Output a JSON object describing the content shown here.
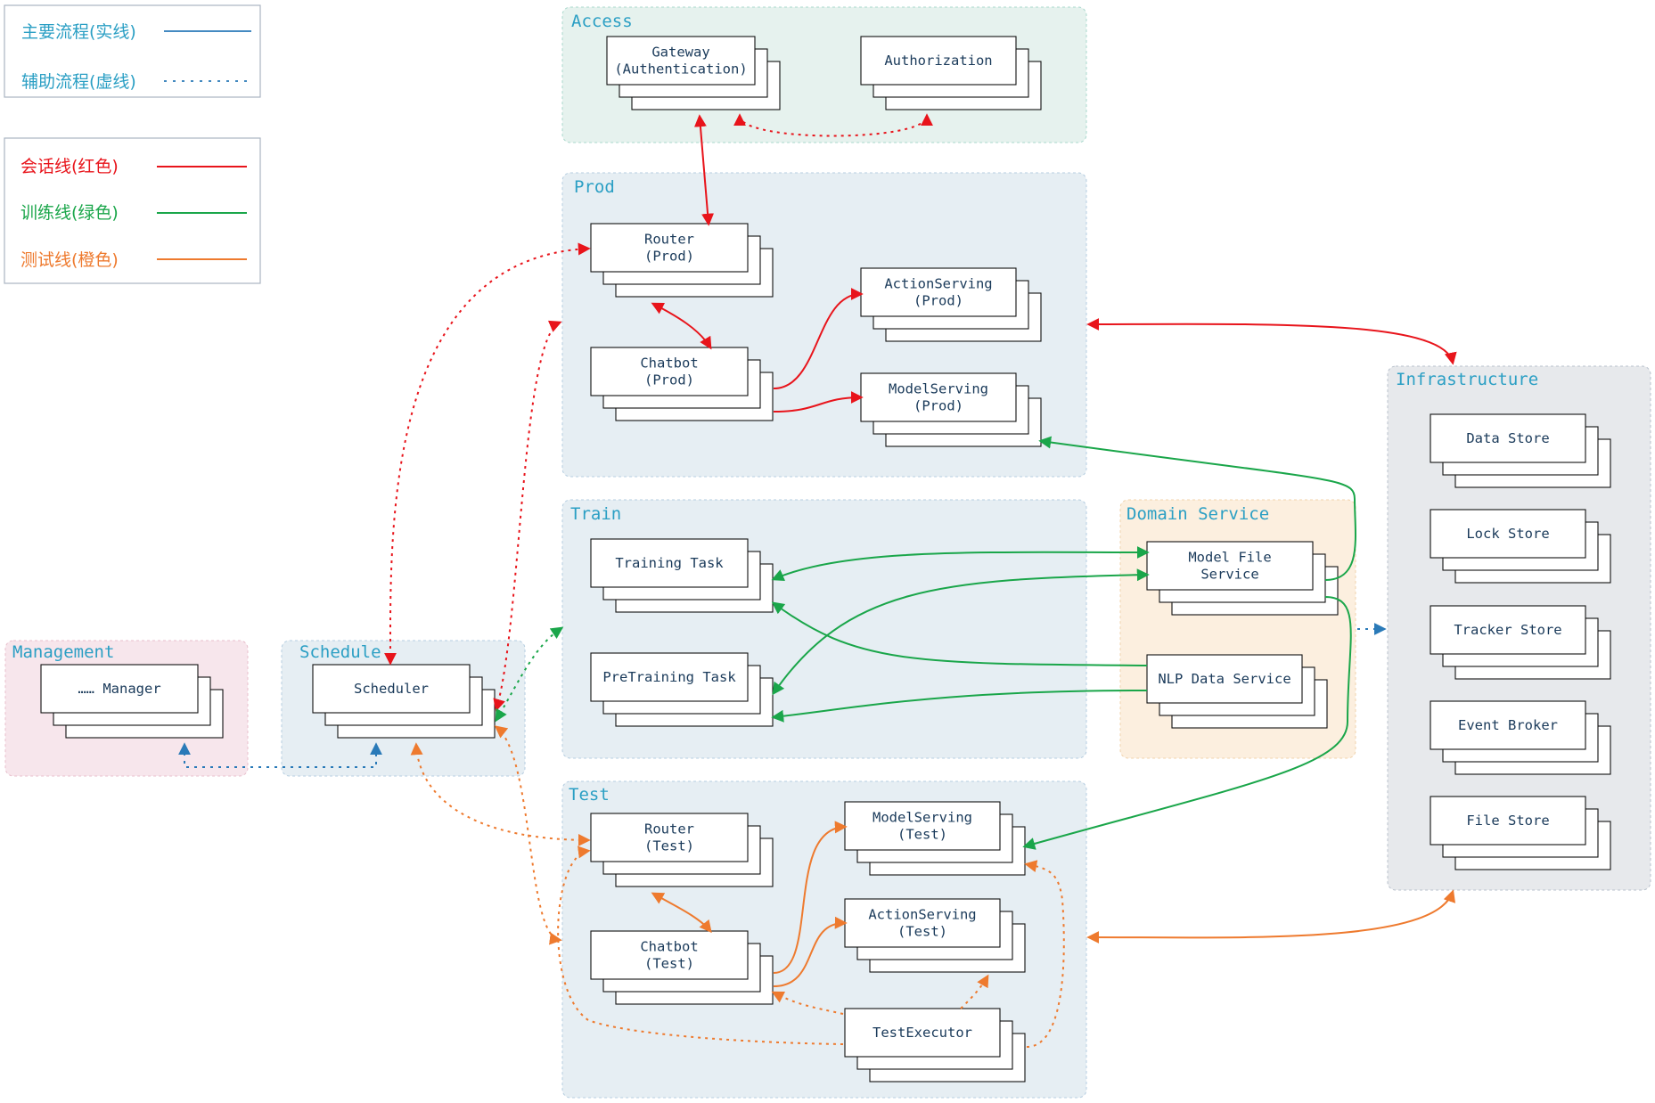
{
  "legend_flow": {
    "main_label": "主要流程(实线)",
    "aux_label": "辅助流程(虚线)"
  },
  "legend_lines": {
    "session_label": "会话线(红色)",
    "train_label": "训练线(绿色)",
    "test_label": "测试线(橙色)"
  },
  "colors": {
    "session": "#e8141b",
    "train": "#1aa64a",
    "test": "#ee7a2e",
    "aux": "#2a7ab8",
    "group_title": "#2b9fc4"
  },
  "groups": {
    "access": {
      "title": "Access",
      "boxes": {
        "gateway": "Gateway\n(Authentication)",
        "authorization": "Authorization"
      }
    },
    "prod": {
      "title": "Prod",
      "boxes": {
        "router": "Router\n(Prod)",
        "chatbot": "Chatbot\n(Prod)",
        "action_serving": "ActionServing\n(Prod)",
        "model_serving": "ModelServing\n(Prod)"
      }
    },
    "train": {
      "title": "Train",
      "boxes": {
        "training_task": "Training Task",
        "pretraining_task": "PreTraining Task"
      }
    },
    "domain_service": {
      "title": "Domain Service",
      "boxes": {
        "model_file_service": "Model File\nService",
        "nlp_data_service": "NLP Data Service"
      }
    },
    "infrastructure": {
      "title": "Infrastructure",
      "boxes": {
        "data_store": "Data Store",
        "lock_store": "Lock Store",
        "tracker_store": "Tracker Store",
        "event_broker": "Event Broker",
        "file_store": "File Store"
      }
    },
    "management": {
      "title": "Management",
      "boxes": {
        "manager": "…… Manager"
      }
    },
    "schedule": {
      "title": "Schedule",
      "boxes": {
        "scheduler": "Scheduler"
      }
    },
    "test": {
      "title": "Test",
      "boxes": {
        "router": "Router\n(Test)",
        "chatbot": "Chatbot\n(Test)",
        "model_serving": "ModelServing\n(Test)",
        "action_serving": "ActionServing\n(Test)",
        "test_executor": "TestExecutor"
      }
    }
  }
}
